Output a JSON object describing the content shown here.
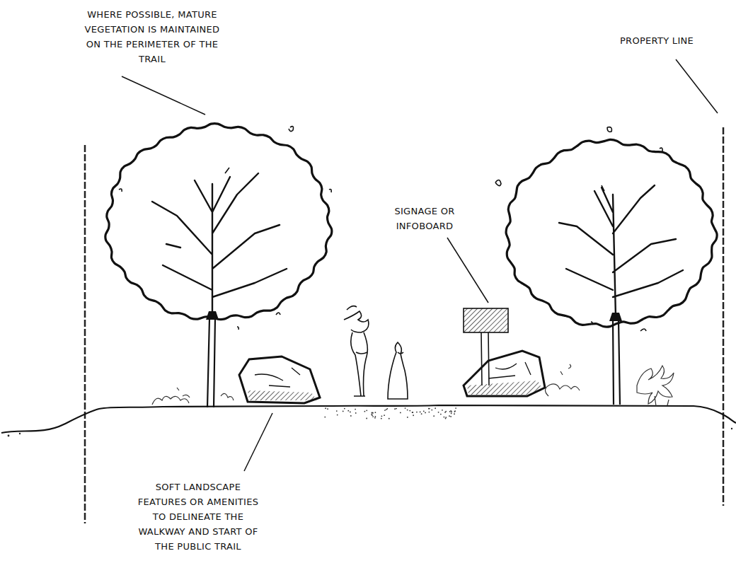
{
  "diagram": {
    "labels": [
      "WHERE POSSIBLE, MATURE VEGETATION IS MAINTAINED ON THE PERIMETER OF THE TRAIL",
      "PROPERTY LINE",
      "SIGNAGE OR INFOBOARD",
      "SOFT LANDSCAPE FEATURES OR AMENITIES TO DELINEATE THE WALKWAY AND START OF THE PUBLIC TRAIL"
    ]
  }
}
